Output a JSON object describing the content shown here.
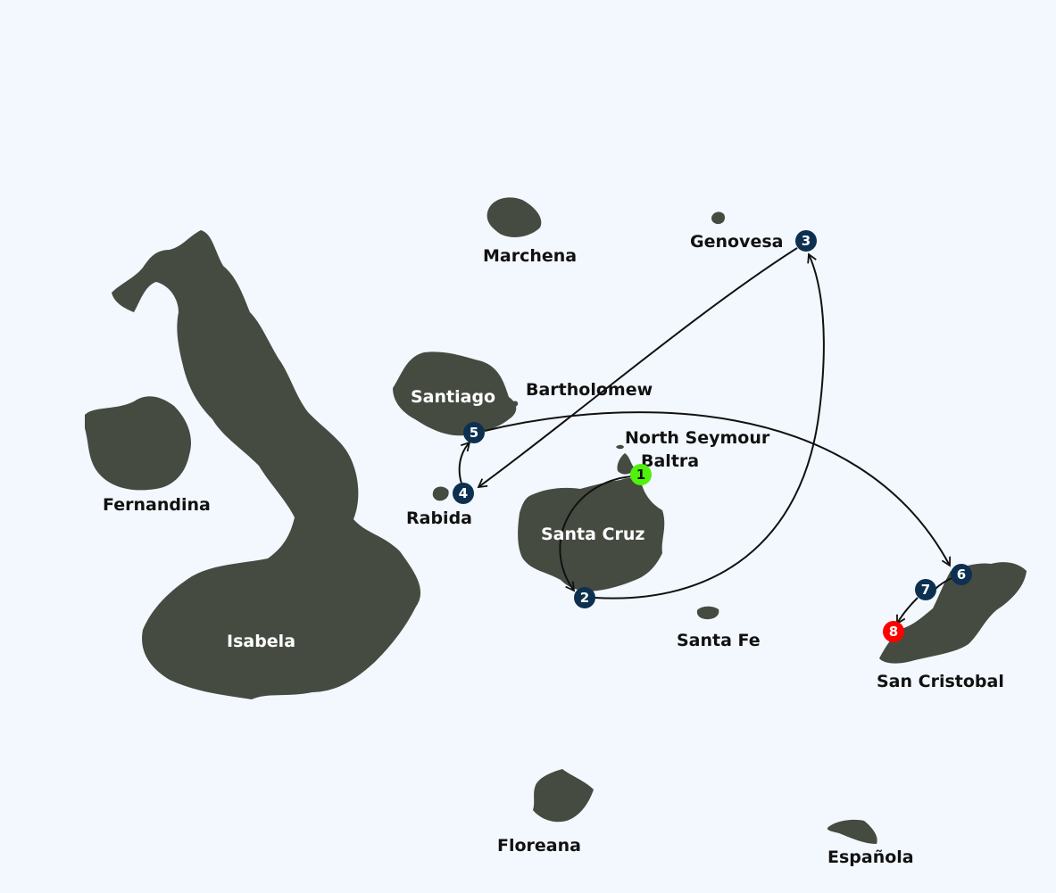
{
  "colors": {
    "background": "#f3f8fe",
    "land": "#464b42",
    "stop_marker": "#0e3050",
    "start_marker": "#4ef20a",
    "end_marker": "#ff0000",
    "route_line": "#111111"
  },
  "islands": [
    {
      "name": "Isabela"
    },
    {
      "name": "Fernandina"
    },
    {
      "name": "Santiago"
    },
    {
      "name": "Bartholomew"
    },
    {
      "name": "Rabida"
    },
    {
      "name": "Marchena"
    },
    {
      "name": "Genovesa"
    },
    {
      "name": "North Seymour"
    },
    {
      "name": "Baltra"
    },
    {
      "name": "Santa Cruz"
    },
    {
      "name": "Santa Fe"
    },
    {
      "name": "San Cristobal"
    },
    {
      "name": "Floreana"
    },
    {
      "name": "Española"
    }
  ],
  "stops": [
    {
      "number": "1",
      "island": "Baltra",
      "type": "start"
    },
    {
      "number": "2",
      "island": "Santa Cruz",
      "type": "stop"
    },
    {
      "number": "3",
      "island": "Genovesa",
      "type": "stop"
    },
    {
      "number": "4",
      "island": "Rabida",
      "type": "stop"
    },
    {
      "number": "5",
      "island": "Santiago",
      "type": "stop"
    },
    {
      "number": "6",
      "island": "San Cristobal",
      "type": "stop"
    },
    {
      "number": "7",
      "island": "San Cristobal",
      "type": "stop"
    },
    {
      "number": "8",
      "island": "San Cristobal",
      "type": "end"
    }
  ]
}
